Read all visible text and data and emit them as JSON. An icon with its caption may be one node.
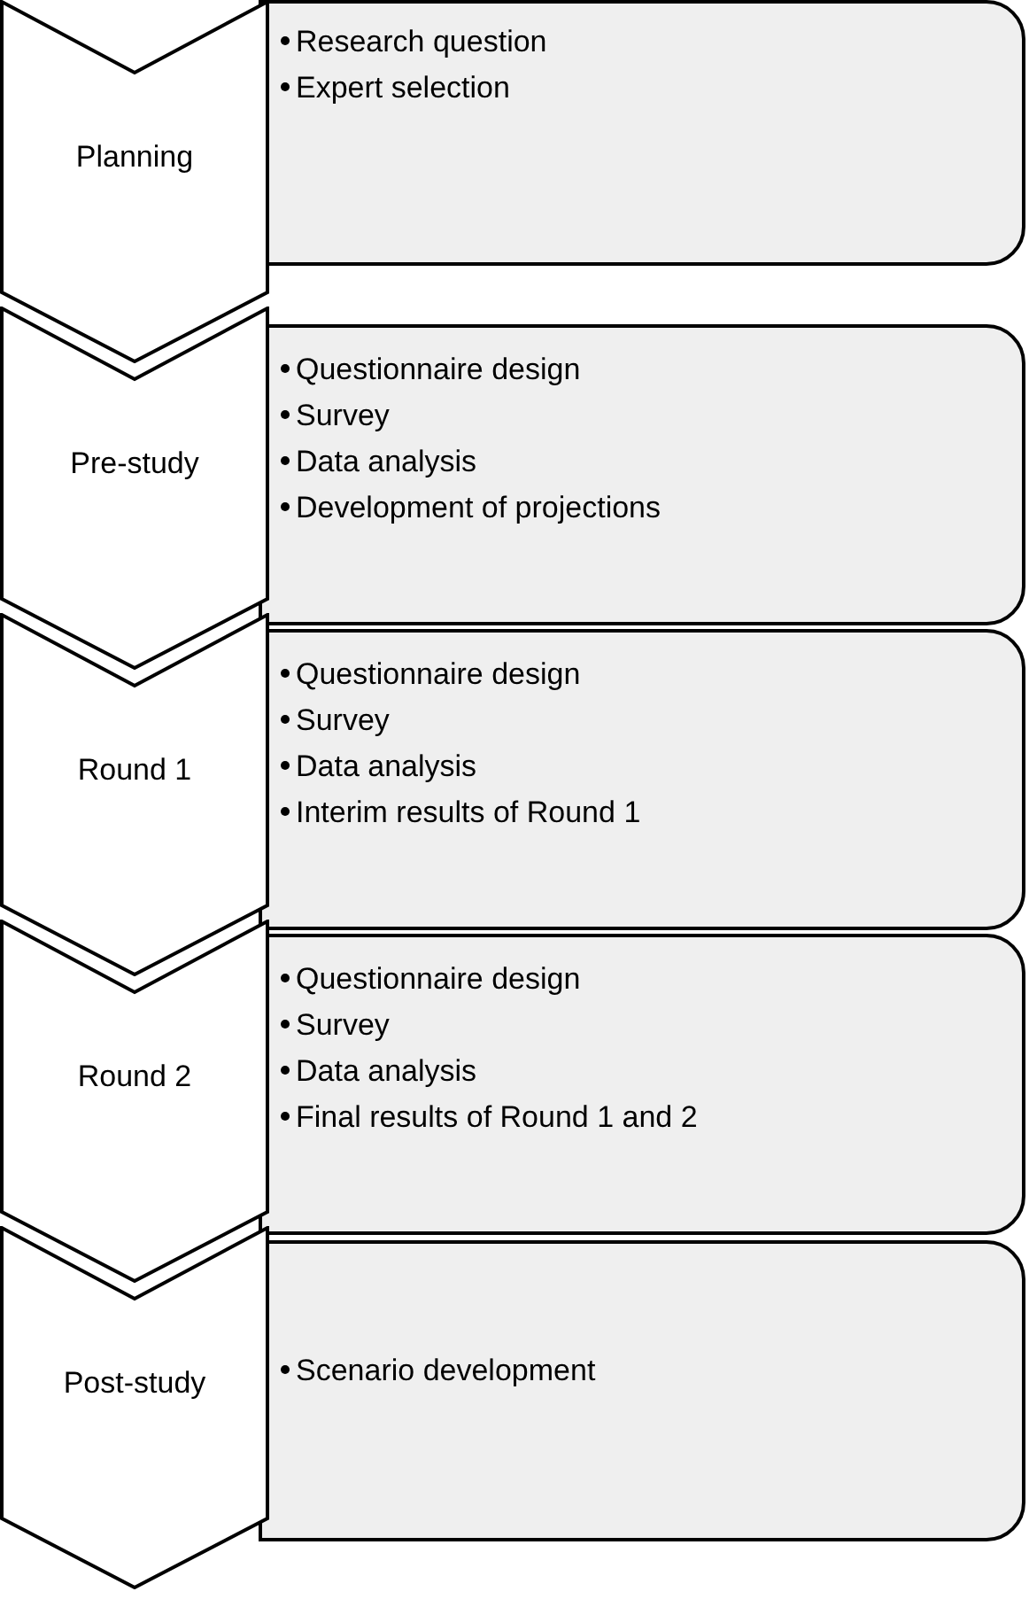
{
  "diagram": {
    "nodes": [
      {
        "text": [
          "Planning"
        ]
      },
      {
        "text": [
          "Research question",
          "Expert selection"
        ]
      },
      {
        "text": [
          "Pre-study"
        ]
      },
      {
        "text": [
          "Questionnaire design",
          "Survey",
          "Data analysis",
          "Development of projections"
        ]
      },
      {
        "text": [
          "Round 1"
        ]
      },
      {
        "text": [
          "Questionnaire design",
          "Survey",
          "Data analysis",
          "Interim results of Round 1"
        ]
      },
      {
        "text": [
          "Round 2"
        ]
      },
      {
        "text": [
          "Questionnaire design",
          "Survey",
          "Data analysis",
          "Final results of Round 1 and 2"
        ]
      },
      {
        "text": [
          "Post-study"
        ]
      },
      {
        "text": [
          "Scenario development"
        ]
      }
    ]
  }
}
